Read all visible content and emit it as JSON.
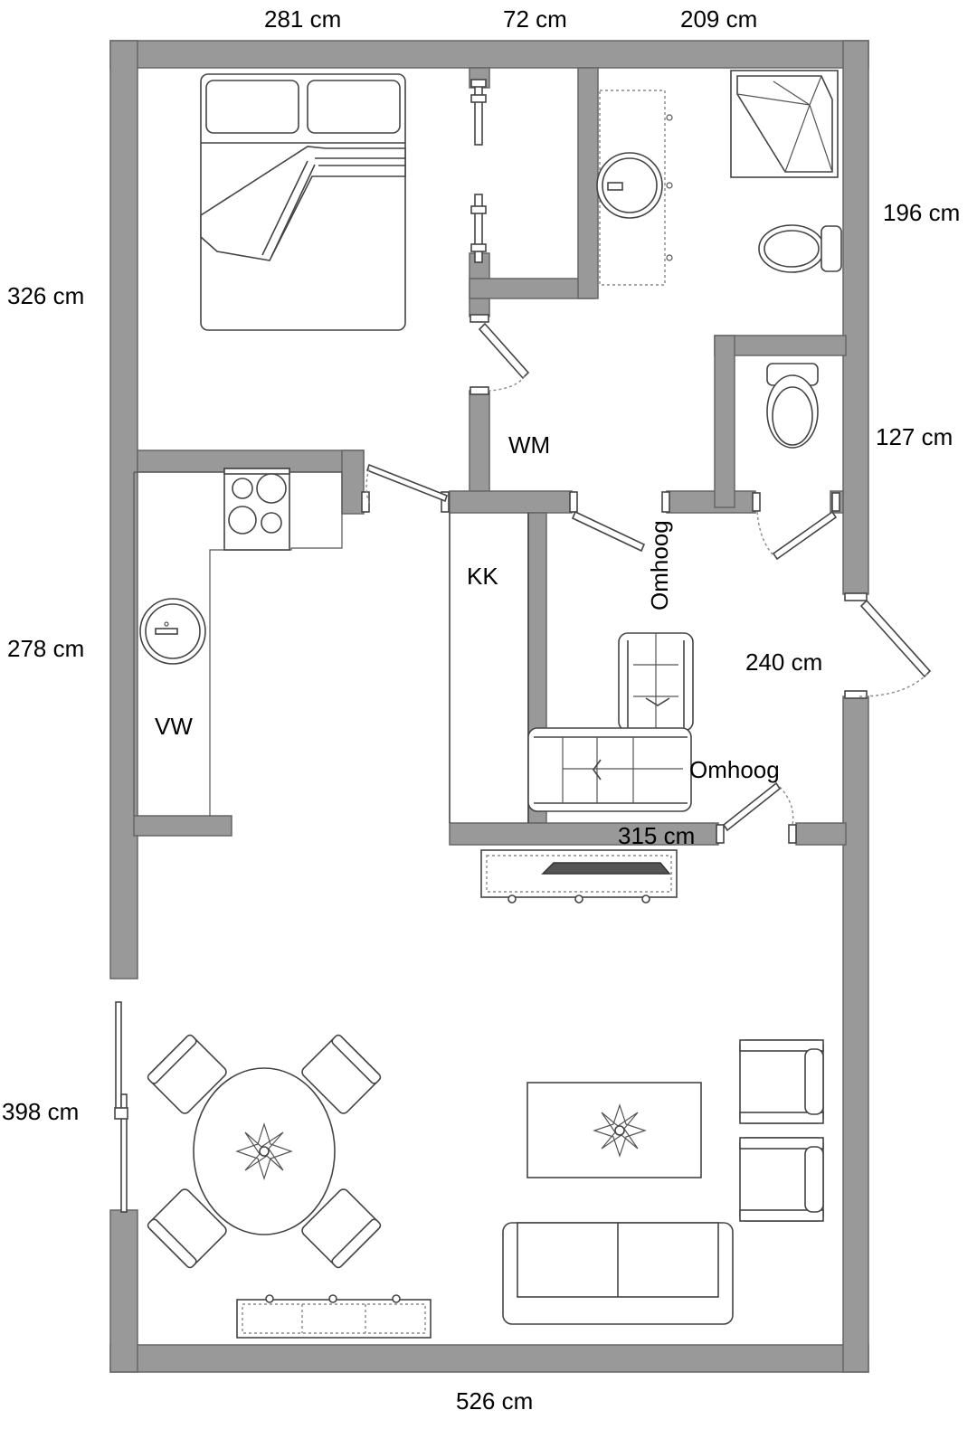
{
  "dimensions": {
    "top_left": "281 cm",
    "top_middle": "72 cm",
    "top_right": "209 cm",
    "right_upper": "196 cm",
    "right_middle": "127 cm",
    "left_upper": "326 cm",
    "left_middle": "278 cm",
    "left_lower": "398 cm",
    "hall": "240 cm",
    "stair_hall": "315 cm",
    "bottom": "526 cm"
  },
  "rooms": {
    "washer": "WM",
    "closet": "KK",
    "fridge": "VW",
    "stairs_up_1": "Omhoog",
    "stairs_up_2": "Omhoog"
  }
}
